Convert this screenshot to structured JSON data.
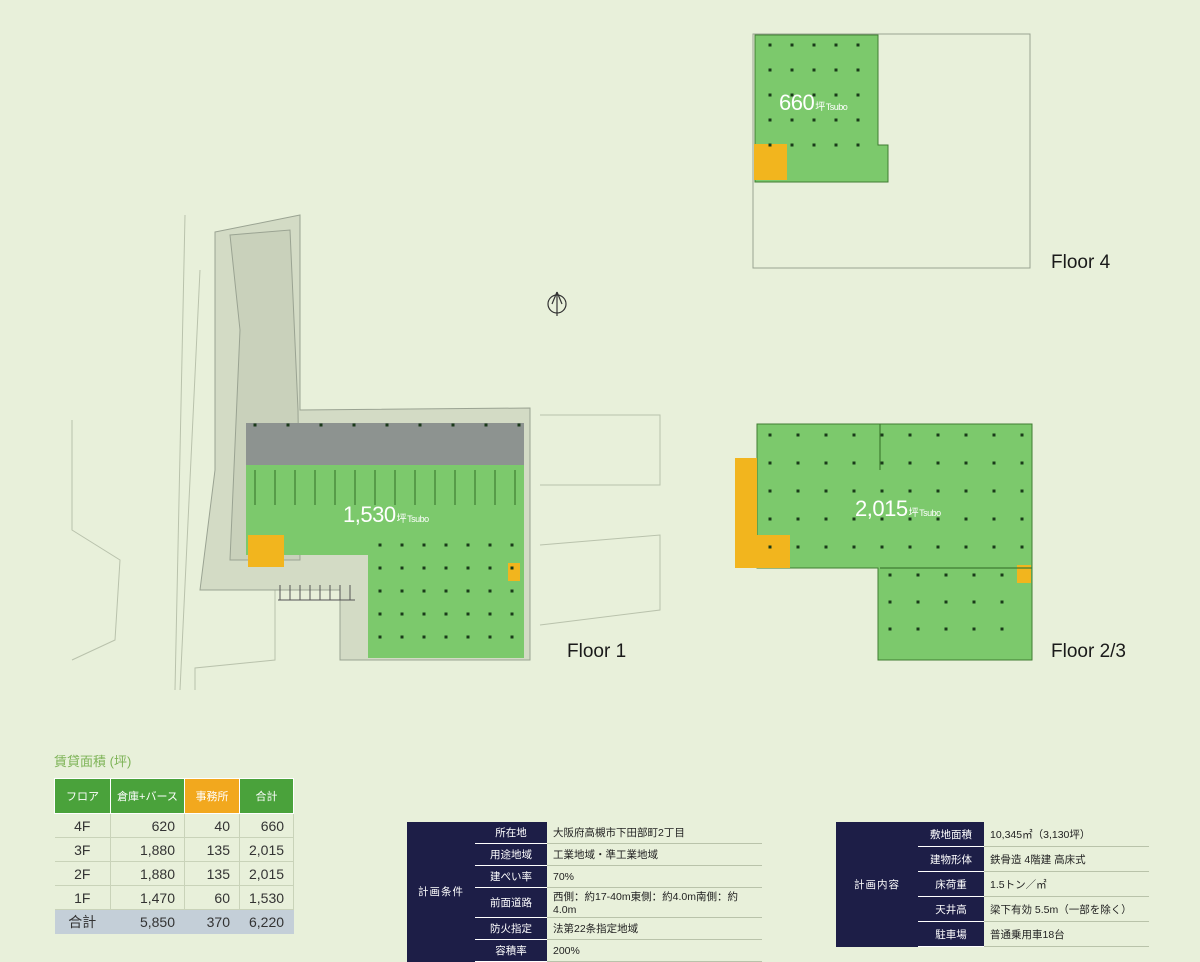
{
  "floors": {
    "floor1": {
      "label": "Floor 1",
      "area": "1,530",
      "unit": "坪",
      "unit_en": "Tsubo"
    },
    "floor23": {
      "label": "Floor 2/3",
      "area": "2,015",
      "unit": "坪",
      "unit_en": "Tsubo"
    },
    "floor4": {
      "label": "Floor 4",
      "area": "660",
      "unit": "坪",
      "unit_en": "Tsubo"
    }
  },
  "colors": {
    "warehouse": "#7cc96c",
    "office": "#f2b51e",
    "parking": "#8d9390",
    "site": "#d3dbc5",
    "navy": "#1d1e47"
  },
  "rent_table": {
    "title": "賃貸面積 (坪)",
    "headers": [
      "フロア",
      "倉庫+バース",
      "事務所",
      "合計"
    ],
    "rows": [
      [
        "4F",
        "620",
        "40",
        "660"
      ],
      [
        "3F",
        "1,880",
        "135",
        "2,015"
      ],
      [
        "2F",
        "1,880",
        "135",
        "2,015"
      ],
      [
        "1F",
        "1,470",
        "60",
        "1,530"
      ]
    ],
    "total": [
      "合計",
      "5,850",
      "370",
      "6,220"
    ]
  },
  "plan_conditions": {
    "heading": "計画条件",
    "rows": [
      {
        "key": "所在地",
        "value": "大阪府高槻市下田部町2丁目"
      },
      {
        "key": "用途地域",
        "value": "工業地域・準工業地域"
      },
      {
        "key": "建ぺい率",
        "value": "70%"
      },
      {
        "key": "前面道路",
        "value": "西側：約17-40m東側：約4.0m南側：約4.0m"
      },
      {
        "key": "防火指定",
        "value": "法第22条指定地域"
      },
      {
        "key": "容積率",
        "value": "200%"
      }
    ]
  },
  "plan_contents": {
    "heading": "計画内容",
    "rows": [
      {
        "key": "敷地面積",
        "value": "10,345㎡（3,130坪）"
      },
      {
        "key": "建物形体",
        "value": "鉄骨造 4階建 高床式"
      },
      {
        "key": "床荷重",
        "value": "1.5トン／㎡"
      },
      {
        "key": "天井高",
        "value": "梁下有効 5.5m（一部を除く）"
      },
      {
        "key": "駐車場",
        "value": "普通乗用車18台"
      }
    ]
  }
}
